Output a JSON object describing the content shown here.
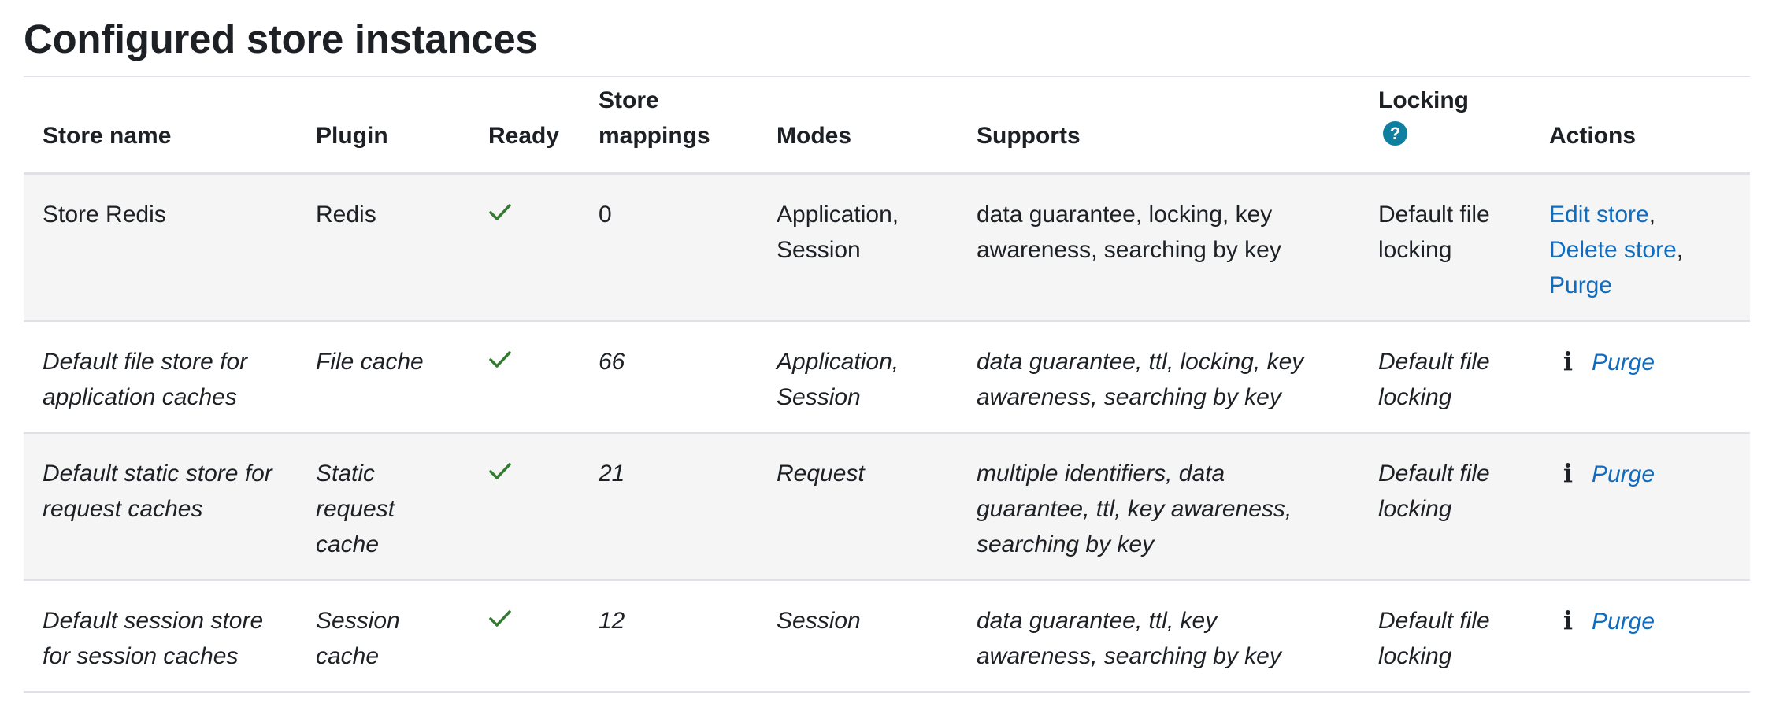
{
  "page": {
    "title": "Configured store instances"
  },
  "table": {
    "headers": {
      "store_name": "Store name",
      "plugin": "Plugin",
      "ready": "Ready",
      "store_mappings": "Store mappings",
      "modes": "Modes",
      "supports": "Supports",
      "locking": "Locking",
      "actions": "Actions"
    },
    "locking_help_icon": "question-icon",
    "rows": [
      {
        "store_name": "Store Redis",
        "plugin": "Redis",
        "ready_icon": "checkmark-icon",
        "store_mappings": "0",
        "modes": "Application, Session",
        "supports": "data guarantee, locking, key awareness, searching by key",
        "locking": "Default file locking",
        "actions": {
          "edit": "Edit store",
          "delete": "Delete store",
          "purge": "Purge",
          "sep1": ",",
          "sep2": ","
        }
      },
      {
        "store_name": "Default file store for application caches",
        "plugin": "File cache",
        "ready_icon": "checkmark-icon",
        "store_mappings": "66",
        "modes": "Application, Session",
        "supports": "data guarantee, ttl, locking, key awareness, searching by key",
        "locking": "Default file locking",
        "actions": {
          "info_icon": "info-icon",
          "info_glyph": "i",
          "purge": "Purge"
        }
      },
      {
        "store_name": "Default static store for request caches",
        "plugin": "Static request cache",
        "ready_icon": "checkmark-icon",
        "store_mappings": "21",
        "modes": "Request",
        "supports": "multiple identifiers, data guarantee, ttl, key awareness, searching by key",
        "locking": "Default file locking",
        "actions": {
          "info_icon": "info-icon",
          "info_glyph": "i",
          "purge": "Purge"
        }
      },
      {
        "store_name": "Default session store for session caches",
        "plugin": "Session cache",
        "ready_icon": "checkmark-icon",
        "store_mappings": "12",
        "modes": "Session",
        "supports": "data guarantee, ttl, key awareness, searching by key",
        "locking": "Default file locking",
        "actions": {
          "info_icon": "info-icon",
          "info_glyph": "i",
          "purge": "Purge"
        }
      }
    ]
  },
  "colors": {
    "link": "#0f6cbf",
    "check": "#357a32",
    "help_icon_bg": "#0f7fa0",
    "row_shade": "#f5f5f5",
    "border": "#dee2e6",
    "text": "#1d2125"
  }
}
